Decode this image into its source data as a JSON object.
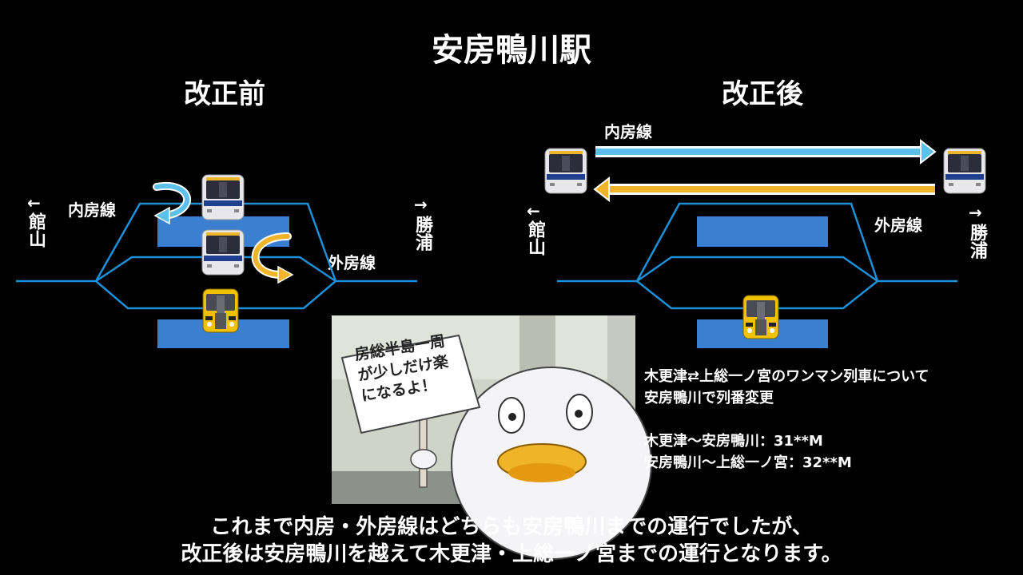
{
  "title": "安房鴨川駅",
  "before": {
    "heading": "改正前",
    "left_arrow": "←",
    "left_station": "館山",
    "right_arrow": "→",
    "right_station": "勝浦",
    "uchibo": "内房線",
    "sotobo": "外房線"
  },
  "after": {
    "heading": "改正後",
    "left_arrow": "←",
    "left_station": "館山",
    "right_arrow": "→",
    "right_station": "勝浦",
    "uchibo": "内房線",
    "sotobo": "外房線"
  },
  "sign": {
    "line1": "房総半島一周",
    "line2": "が少しだけ楽",
    "line3": "になるよ！"
  },
  "info": {
    "line1": "木更津⇄上総一ノ宮のワンマン列車について",
    "line2": "安房鴨川で列番変更",
    "line3": "木更津～安房鴨川：31**M",
    "line4": "安房鴨川～上総一ノ宮：32**M"
  },
  "caption": {
    "line1": "これまで内房・外房線はどちらも安房鴨川までの運行でしたが、",
    "line2": "改正後は安房鴨川を越えて木更津・上総一ノ宮までの運行となります。"
  },
  "colors": {
    "track": "#1e90d8",
    "platform": "#3a7fd0",
    "uchibo_arrow": "#5bc0ea",
    "sotobo_arrow": "#f0b429",
    "one_man_train": "#f2c200"
  }
}
